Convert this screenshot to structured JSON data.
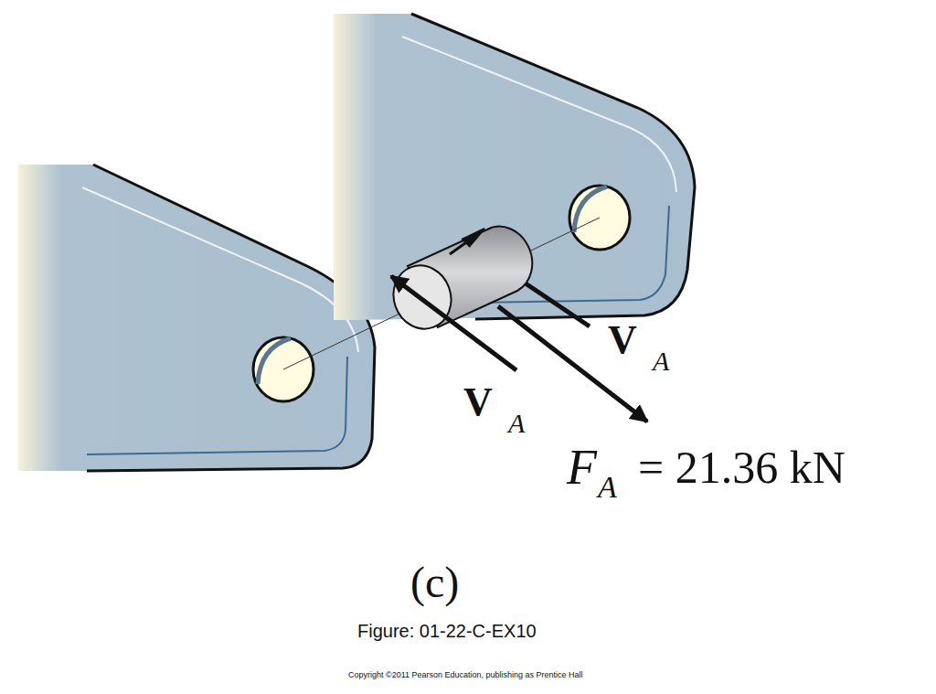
{
  "diagram": {
    "labels": [
      "V",
      "A",
      "V",
      "A",
      "F",
      "A",
      "= 21.36 kN",
      "(c)",
      "Figure: 01-22-C-EX10",
      "Copyright ©2011 Pearson Education, publishing as Prentice Hall"
    ]
  }
}
